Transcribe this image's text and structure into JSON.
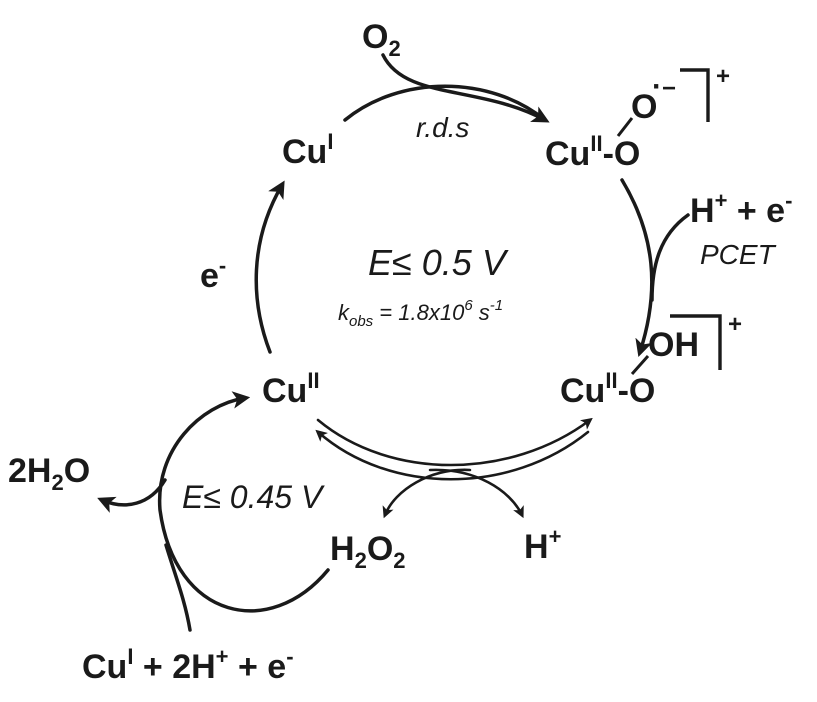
{
  "species": {
    "o2": {
      "main": "O",
      "sub": "2"
    },
    "cu1": {
      "main": "Cu",
      "sup": "I"
    },
    "cu2_superoxo": {
      "main": "Cu",
      "sup": "II",
      "link": "-O",
      "o_terminal": "O",
      "radical": "·",
      "minus": "−",
      "charge": "+"
    },
    "pcet_reagent": {
      "h": "H",
      "h_sup": "+",
      "plus": " + e",
      "e_sup": "-"
    },
    "cu2_hydroperoxo": {
      "main": "Cu",
      "sup": "II",
      "link": "-O",
      "oh": "OH",
      "charge": "+"
    },
    "cu2": {
      "main": "Cu",
      "sup": "II"
    },
    "electron": {
      "main": "e",
      "sup": "-"
    },
    "h2o2": {
      "h": "H",
      "sub1": "2",
      "o": "O",
      "sub2": "2"
    },
    "proton": {
      "main": "H",
      "sup": "+"
    },
    "water": {
      "coef": "2H",
      "sub": "2",
      "o": "O"
    },
    "reductant": {
      "cu": "Cu",
      "cu_sup": "I",
      "mid": " + 2H",
      "h_sup": "+",
      "tail": " + e",
      "e_sup": "-"
    }
  },
  "labels": {
    "rds": "r.d.s",
    "pcet": "PCET",
    "potential_main": "E≤ 0.5 V",
    "kobs": {
      "k": "k",
      "sub": "obs",
      "eq": " = 1.8x10",
      "exp": "6",
      "unit": " s",
      "unit_exp": "-1"
    },
    "potential_side": "E≤ 0.45 V"
  }
}
